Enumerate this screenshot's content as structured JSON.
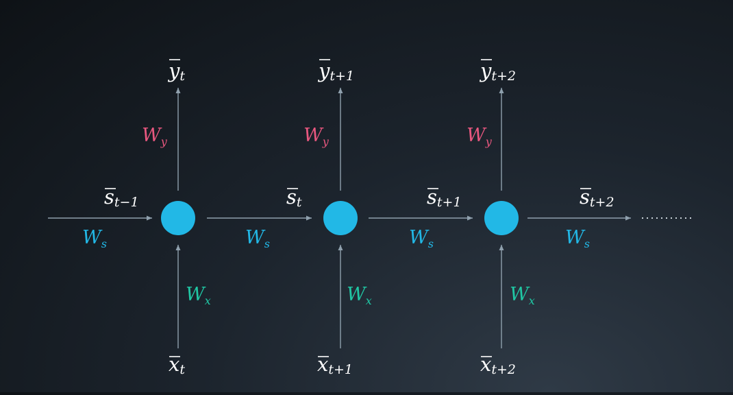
{
  "diagram": {
    "colors": {
      "node": "#22b8e6",
      "arrow": "#8fa0ad",
      "label_white": "#ffffff",
      "weight_y": "#e8577f",
      "weight_s": "#22b8e6",
      "weight_x": "#20c7a4"
    },
    "nodes": [
      {
        "output": {
          "base": "y",
          "sub": "t"
        },
        "weight_y": {
          "base": "W",
          "sub": "y"
        },
        "input": {
          "base": "x",
          "sub": "t"
        },
        "weight_x": {
          "base": "W",
          "sub": "x"
        }
      },
      {
        "output": {
          "base": "y",
          "sub": "t+1"
        },
        "weight_y": {
          "base": "W",
          "sub": "y"
        },
        "input": {
          "base": "x",
          "sub": "t+1"
        },
        "weight_x": {
          "base": "W",
          "sub": "x"
        }
      },
      {
        "output": {
          "base": "y",
          "sub": "t+2"
        },
        "weight_y": {
          "base": "W",
          "sub": "y"
        },
        "input": {
          "base": "x",
          "sub": "t+2"
        },
        "weight_x": {
          "base": "W",
          "sub": "x"
        }
      }
    ],
    "states": [
      {
        "state": {
          "base": "s",
          "sub": "t−1"
        },
        "weight_s": {
          "base": "W",
          "sub": "s"
        }
      },
      {
        "state": {
          "base": "s",
          "sub": "t"
        },
        "weight_s": {
          "base": "W",
          "sub": "s"
        }
      },
      {
        "state": {
          "base": "s",
          "sub": "t+1"
        },
        "weight_s": {
          "base": "W",
          "sub": "s"
        }
      },
      {
        "state": {
          "base": "s",
          "sub": "t+2"
        },
        "weight_s": {
          "base": "W",
          "sub": "s"
        }
      }
    ]
  }
}
